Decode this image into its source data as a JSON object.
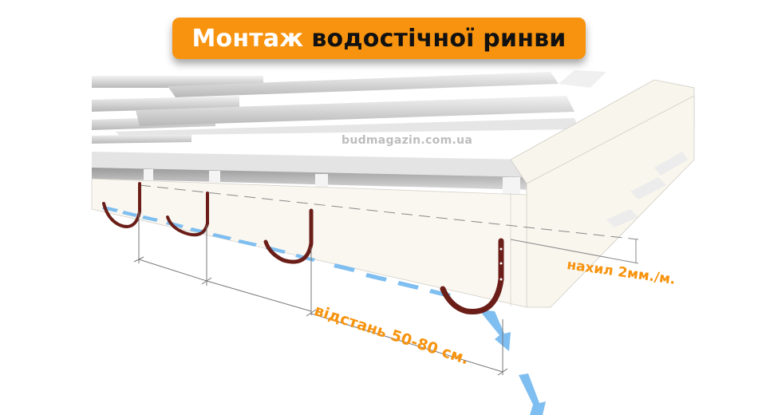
{
  "title": {
    "part1": "Монтаж",
    "part2": "водостічної ринви",
    "background_color": "#f7930e"
  },
  "watermark": "budmagazin.com.ua",
  "annotations": {
    "slope": "нахил 2мм./м.",
    "distance": "відстань 50-80 см."
  },
  "colors": {
    "accent": "#f7930e",
    "bracket": "#6b1e18",
    "water_flow": "#7fbef0",
    "wall": "#faf7f0"
  },
  "diagram": {
    "subject": "roof eave with gutter brackets",
    "bracket_count": 4,
    "icons": [
      "gutter-bracket-icon",
      "water-flow-arrow-icon",
      "dimension-line-icon"
    ]
  }
}
